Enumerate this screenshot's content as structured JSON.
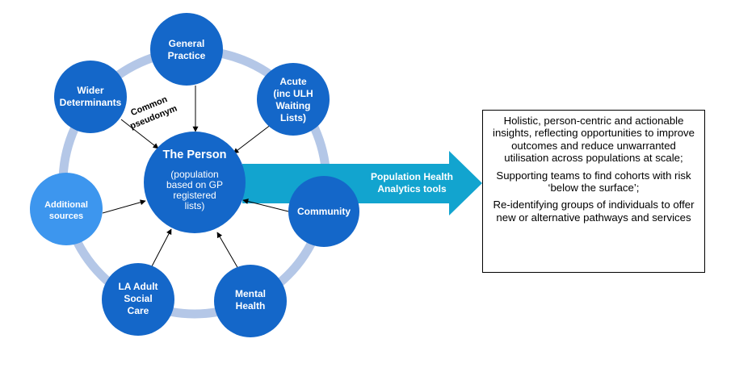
{
  "colors": {
    "node_dark": "#1467c9",
    "node_light": "#3d96ee",
    "ring": "#b4c7e7",
    "arrow": "#12a4cf",
    "node_text": "#ffffff"
  },
  "center": {
    "title": "The Person",
    "lines": [
      "(population",
      "based on GP",
      "registered",
      "lists)"
    ]
  },
  "nodes": [
    {
      "id": "general-practice",
      "lines": [
        "General",
        "Practice"
      ]
    },
    {
      "id": "acute",
      "lines": [
        "Acute",
        "(inc ULH",
        "Waiting",
        "Lists)"
      ]
    },
    {
      "id": "community",
      "lines": [
        "Community"
      ]
    },
    {
      "id": "mental-health",
      "lines": [
        "Mental",
        "Health"
      ]
    },
    {
      "id": "la-adult-social-care",
      "lines": [
        "LA Adult",
        "Social",
        "Care"
      ]
    },
    {
      "id": "additional-sources",
      "lines": [
        "Additional",
        "sources"
      ]
    },
    {
      "id": "wider-determinants",
      "lines": [
        "Wider",
        "Determinants"
      ]
    }
  ],
  "pseudonym_label": [
    "Common",
    "pseudonym"
  ],
  "arrow_label": [
    "Population Health",
    "Analytics tools"
  ],
  "insights": [
    "Holistic, person-centric and actionable insights, reflecting opportunities to improve outcomes and reduce unwarranted utilisation across populations at scale;",
    "Supporting teams to find cohorts with risk ‘below the surface’;",
    "Re-identifying groups of individuals to offer new or alternative pathways and services"
  ]
}
